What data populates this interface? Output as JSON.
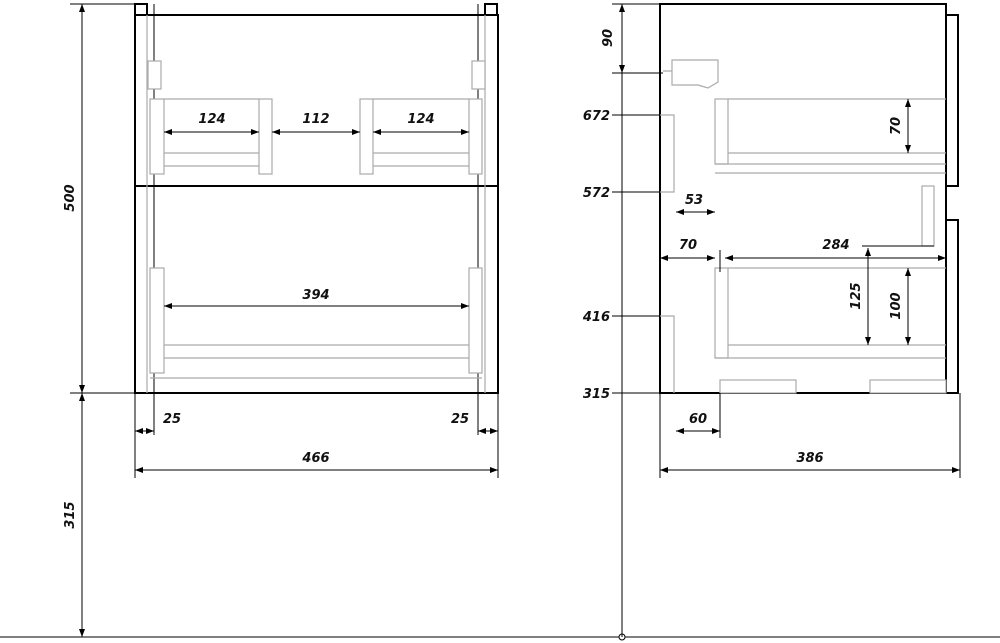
{
  "front_view": {
    "height_total": "500",
    "mount_height": "315",
    "width": "466",
    "side_offset_left": "25",
    "side_offset_right": "25",
    "top_drawer_left": "124",
    "top_gap": "112",
    "top_drawer_right": "124",
    "bottom_drawer": "394"
  },
  "side_view": {
    "top_offset": "90",
    "level_672": "672",
    "level_572": "572",
    "level_416": "416",
    "level_315": "315",
    "top_drawer_height": "70",
    "pipe_depth": "53",
    "left_gap": "70",
    "drawer_depth": "284",
    "bottom_height_125": "125",
    "bottom_height_100": "100",
    "bottom_offset": "60",
    "depth": "386"
  }
}
